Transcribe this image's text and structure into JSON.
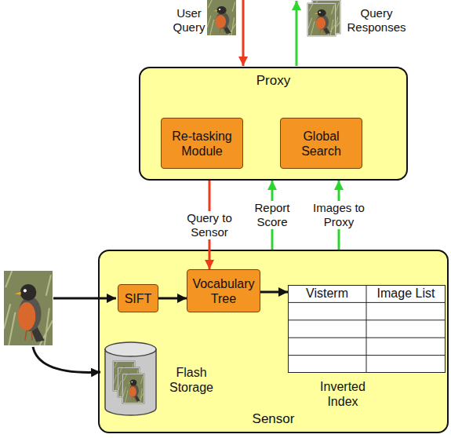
{
  "diagram": {
    "nodes": [
      {
        "text": [
          "Proxy"
        ]
      },
      {
        "text": [
          "Re-tasking Module"
        ],
        "in": 0
      },
      {
        "text": [
          "Global Search"
        ],
        "in": 0
      },
      {
        "text": [
          "Sensor"
        ]
      },
      {
        "text": [
          "SIFT"
        ],
        "in": 3
      },
      {
        "text": [
          "Vocabulary Tree"
        ],
        "in": 3
      },
      {
        "text": [
          "Visterm",
          "Image List",
          "Inverted Index"
        ],
        "in": 3
      },
      {
        "text": [
          "Flash Storage"
        ],
        "in": 3
      }
    ],
    "edges": [
      {
        "from": 0,
        "to": 5,
        "label": "Query to Sensor",
        "arrow": "to"
      },
      {
        "from": 3,
        "to": 0,
        "label": "Report Score",
        "arrow": "to"
      },
      {
        "from": 3,
        "to": 0,
        "label": "Images to Proxy",
        "arrow": "to"
      },
      {
        "from": 4,
        "to": 5,
        "arrow": "to"
      },
      {
        "from": 5,
        "to": 6,
        "arrow": "to"
      }
    ],
    "labels": [
      "User Query",
      "Query Responses"
    ]
  }
}
